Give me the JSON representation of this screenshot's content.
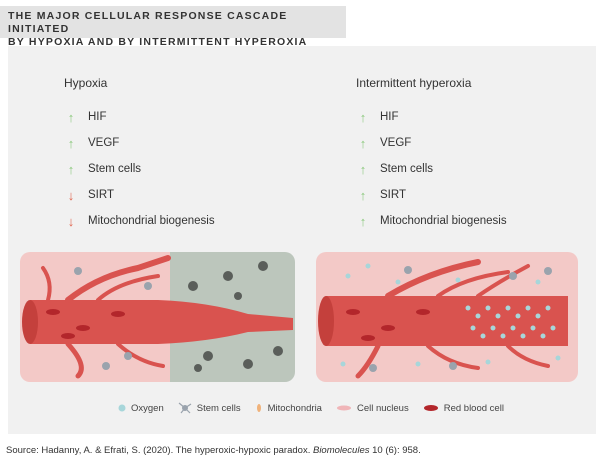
{
  "title": {
    "line1": "THE MAJOR CELLULAR RESPONSE CASCADE INITIATED",
    "line2": "BY HYPOXIA AND BY INTERMITTENT HYPEROXIA"
  },
  "hypoxia": {
    "heading": "Hypoxia",
    "factors": [
      {
        "label": "HIF",
        "direction": "up",
        "arrow": "↑"
      },
      {
        "label": "VEGF",
        "direction": "up",
        "arrow": "↑"
      },
      {
        "label": "Stem cells",
        "direction": "up",
        "arrow": "↑"
      },
      {
        "label": "SIRT",
        "direction": "down",
        "arrow": "↓"
      },
      {
        "label": "Mitochondrial biogenesis",
        "direction": "down",
        "arrow": "↓"
      }
    ]
  },
  "hyperoxia": {
    "heading": "Intermittent hyperoxia",
    "factors": [
      {
        "label": "HIF",
        "direction": "up",
        "arrow": "↑"
      },
      {
        "label": "VEGF",
        "direction": "up",
        "arrow": "↑"
      },
      {
        "label": "Stem cells",
        "direction": "up",
        "arrow": "↑"
      },
      {
        "label": "SIRT",
        "direction": "up",
        "arrow": "↑"
      },
      {
        "label": "Mitochondrial biogenesis",
        "direction": "up",
        "arrow": "↑"
      }
    ]
  },
  "legend": [
    {
      "label": "Oxygen",
      "icon": "oxygen-dot-icon"
    },
    {
      "label": "Stem cells",
      "icon": "stem-cell-icon"
    },
    {
      "label": "Mitochondria",
      "icon": "mitochondria-icon"
    },
    {
      "label": "Cell nucleus",
      "icon": "cell-nucleus-icon"
    },
    {
      "label": "Red blood cell",
      "icon": "red-blood-cell-icon"
    }
  ],
  "source": {
    "prefix": "Source: Hadanny, A. & Efrati, S. (2020). The hyperoxic-hypoxic paradox. ",
    "journal": "Biomolecules",
    "suffix": " 10 (6): 958."
  },
  "colors": {
    "up_arrow": "#8cc97e",
    "down_arrow": "#e0654f",
    "tissue": "#f3c9c7",
    "hypoxic_tissue": "#bcc6bc",
    "vessel": "#d9534f",
    "oxygen": "#a7d6da",
    "red_blood_cell": "#b3262b"
  }
}
